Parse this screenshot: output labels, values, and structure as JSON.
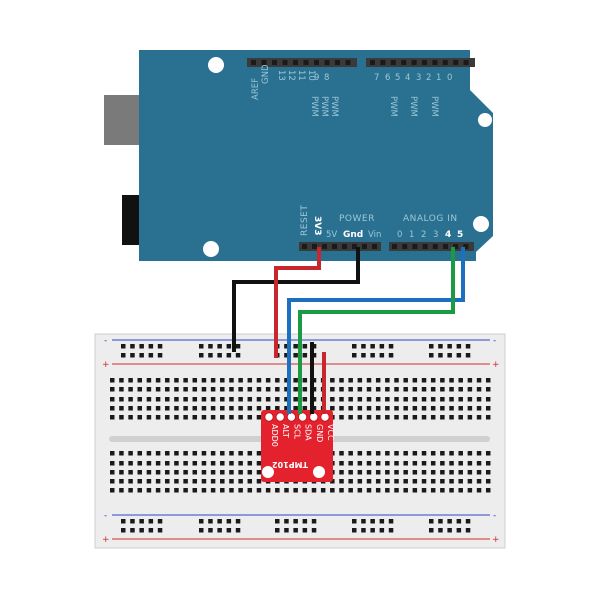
{
  "arduino": {
    "digital_labels": [
      "AREF",
      "GND",
      "13",
      "12",
      "11",
      "10",
      "9",
      "8",
      "7",
      "6",
      "5",
      "4",
      "3",
      "2",
      "1",
      "0"
    ],
    "pwm_label": "PWM",
    "reset_label": "RESET",
    "power_label": "POWER",
    "analog_label": "ANALOG IN",
    "power_pins": [
      "3V3",
      "5V",
      "Gnd",
      "Vin"
    ],
    "analog_pins": [
      "0",
      "1",
      "2",
      "3",
      "4",
      "5"
    ],
    "colors": {
      "board": "#2a7191",
      "header": "#3a3a3a",
      "usb": "#7a7a7a",
      "jack": "#111111"
    }
  },
  "sensor": {
    "name": "TMP102",
    "pins": [
      "VCC",
      "GND",
      "SDA",
      "SCL",
      "ALT",
      "ADD0"
    ],
    "color": "#e3222e"
  },
  "breadboard": {
    "plus_sign": "+",
    "minus_sign": "-",
    "colors": {
      "body": "#ededed",
      "hole": "#1a1a1a",
      "red_rail": "#d42a2a",
      "blue_rail": "#2a47c9"
    }
  },
  "wires": {
    "colors": {
      "power": "#c8282d",
      "ground": "#111111",
      "sda": "#1a9a42",
      "scl": "#1d6fbf"
    }
  }
}
